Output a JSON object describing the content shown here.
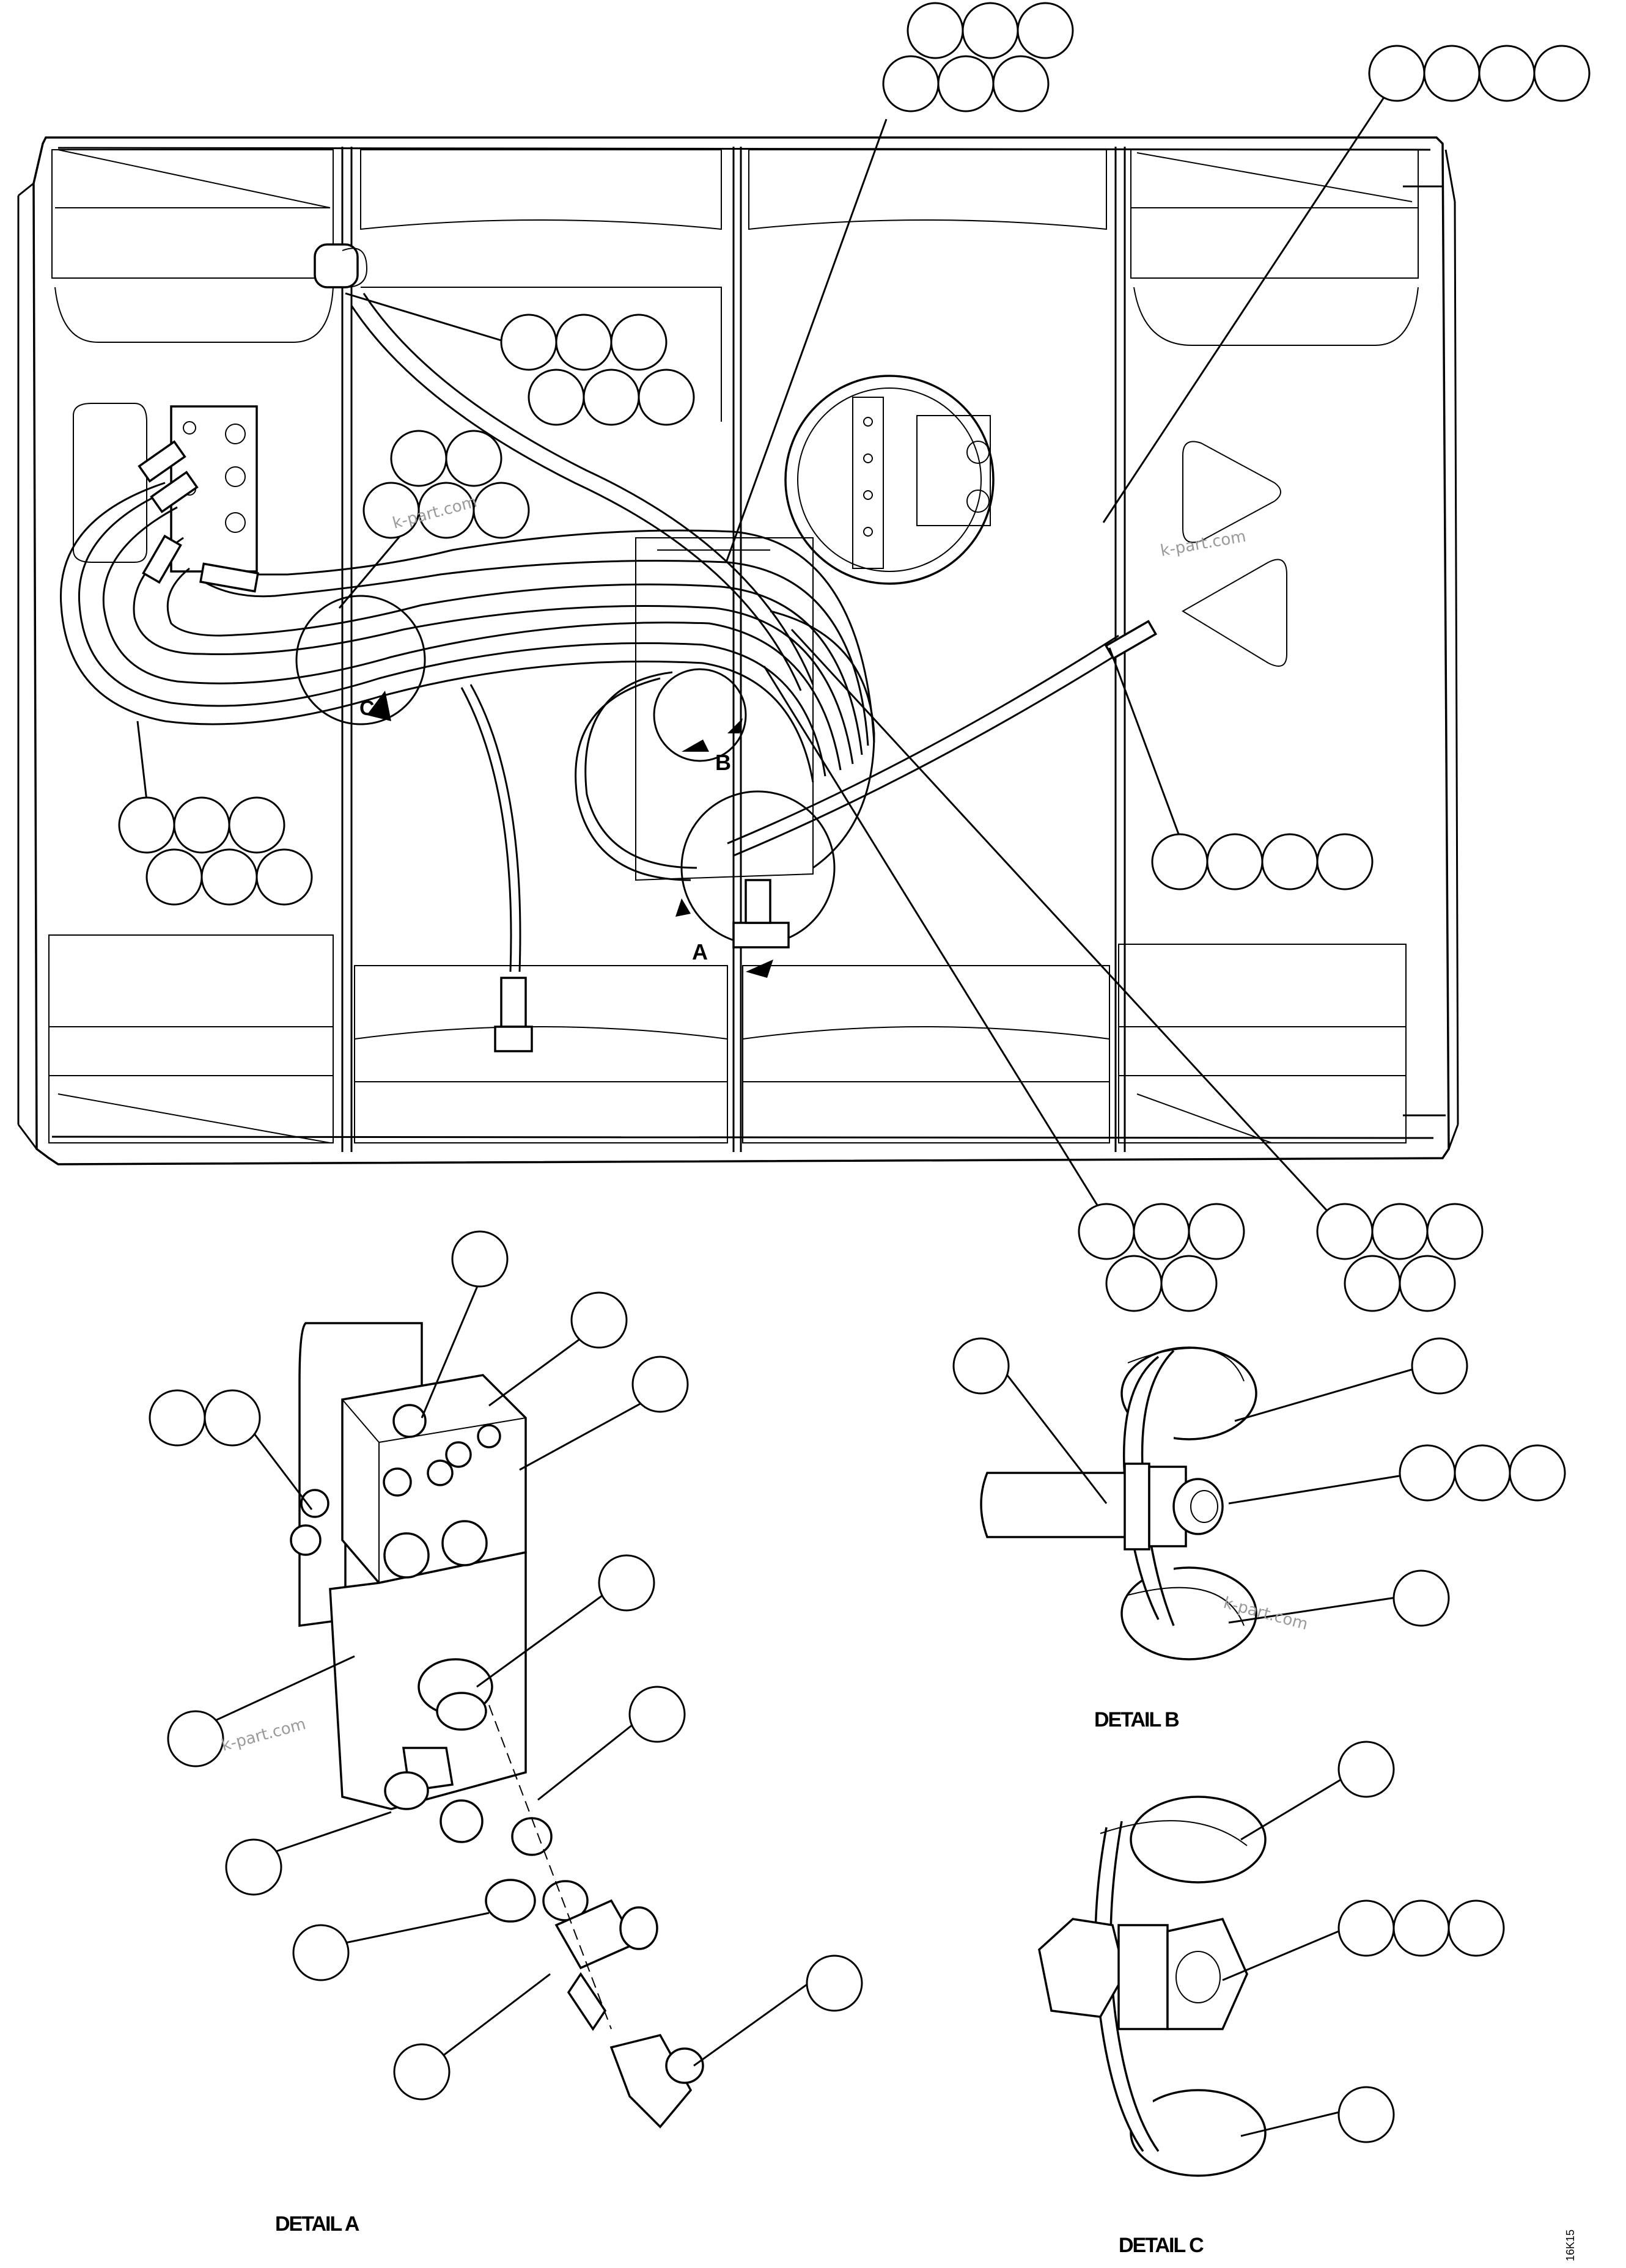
{
  "view_labels": {
    "a": "A",
    "b": "B",
    "c": "C"
  },
  "captions": {
    "detail_a": "DETAIL A",
    "detail_b": "DETAIL B",
    "detail_c": "DETAIL C"
  },
  "watermarks": [
    "k-part.com",
    "k-part.com",
    "k-part.com",
    "k-part.com"
  ],
  "drawing_code": "16K15"
}
